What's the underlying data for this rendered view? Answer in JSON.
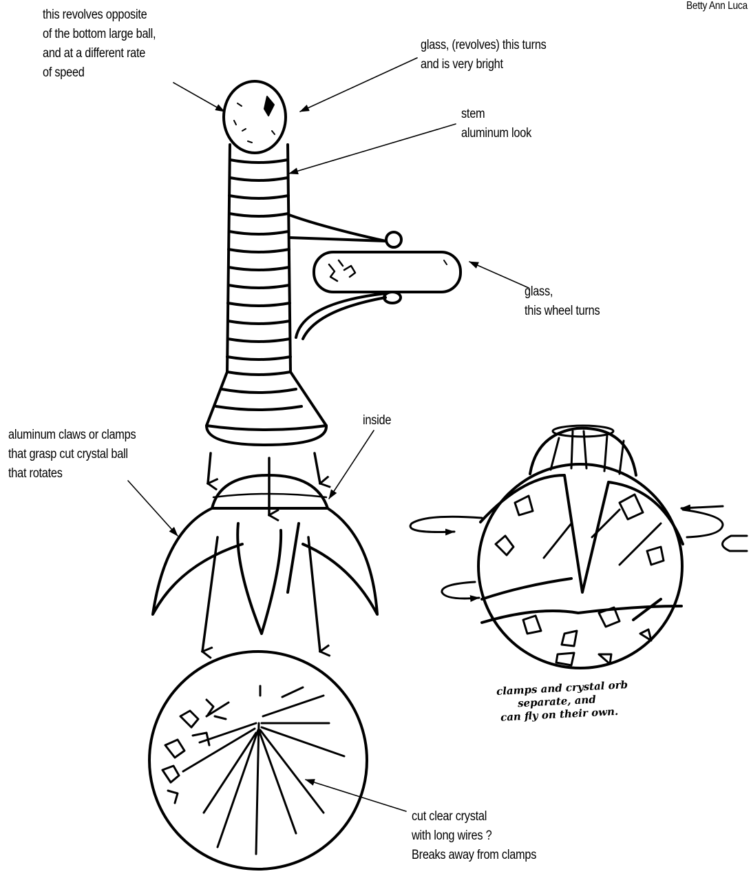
{
  "credit": "Betty Ann Luca",
  "labels": {
    "top_ball": [
      "this revolves opposite",
      "of the bottom large ball,",
      "and at a different rate",
      "of speed"
    ],
    "glass_top": [
      "glass, (revolves) this turns",
      "and is very bright"
    ],
    "stem": [
      "stem",
      "aluminum look"
    ],
    "wheel": [
      "glass,",
      "this wheel turns"
    ],
    "claws": [
      "aluminum claws or clamps",
      "that grasp cut crystal ball",
      "that rotates"
    ],
    "inside": "inside",
    "crystal": [
      "cut clear crystal",
      "with long wires ?",
      "Breaks away from clamps"
    ]
  },
  "handwritten_note": [
    "clamps and crystal orb",
    "separate, and",
    "can fly on their own."
  ],
  "colors": {
    "ink": "#000000",
    "paper": "#ffffff"
  }
}
